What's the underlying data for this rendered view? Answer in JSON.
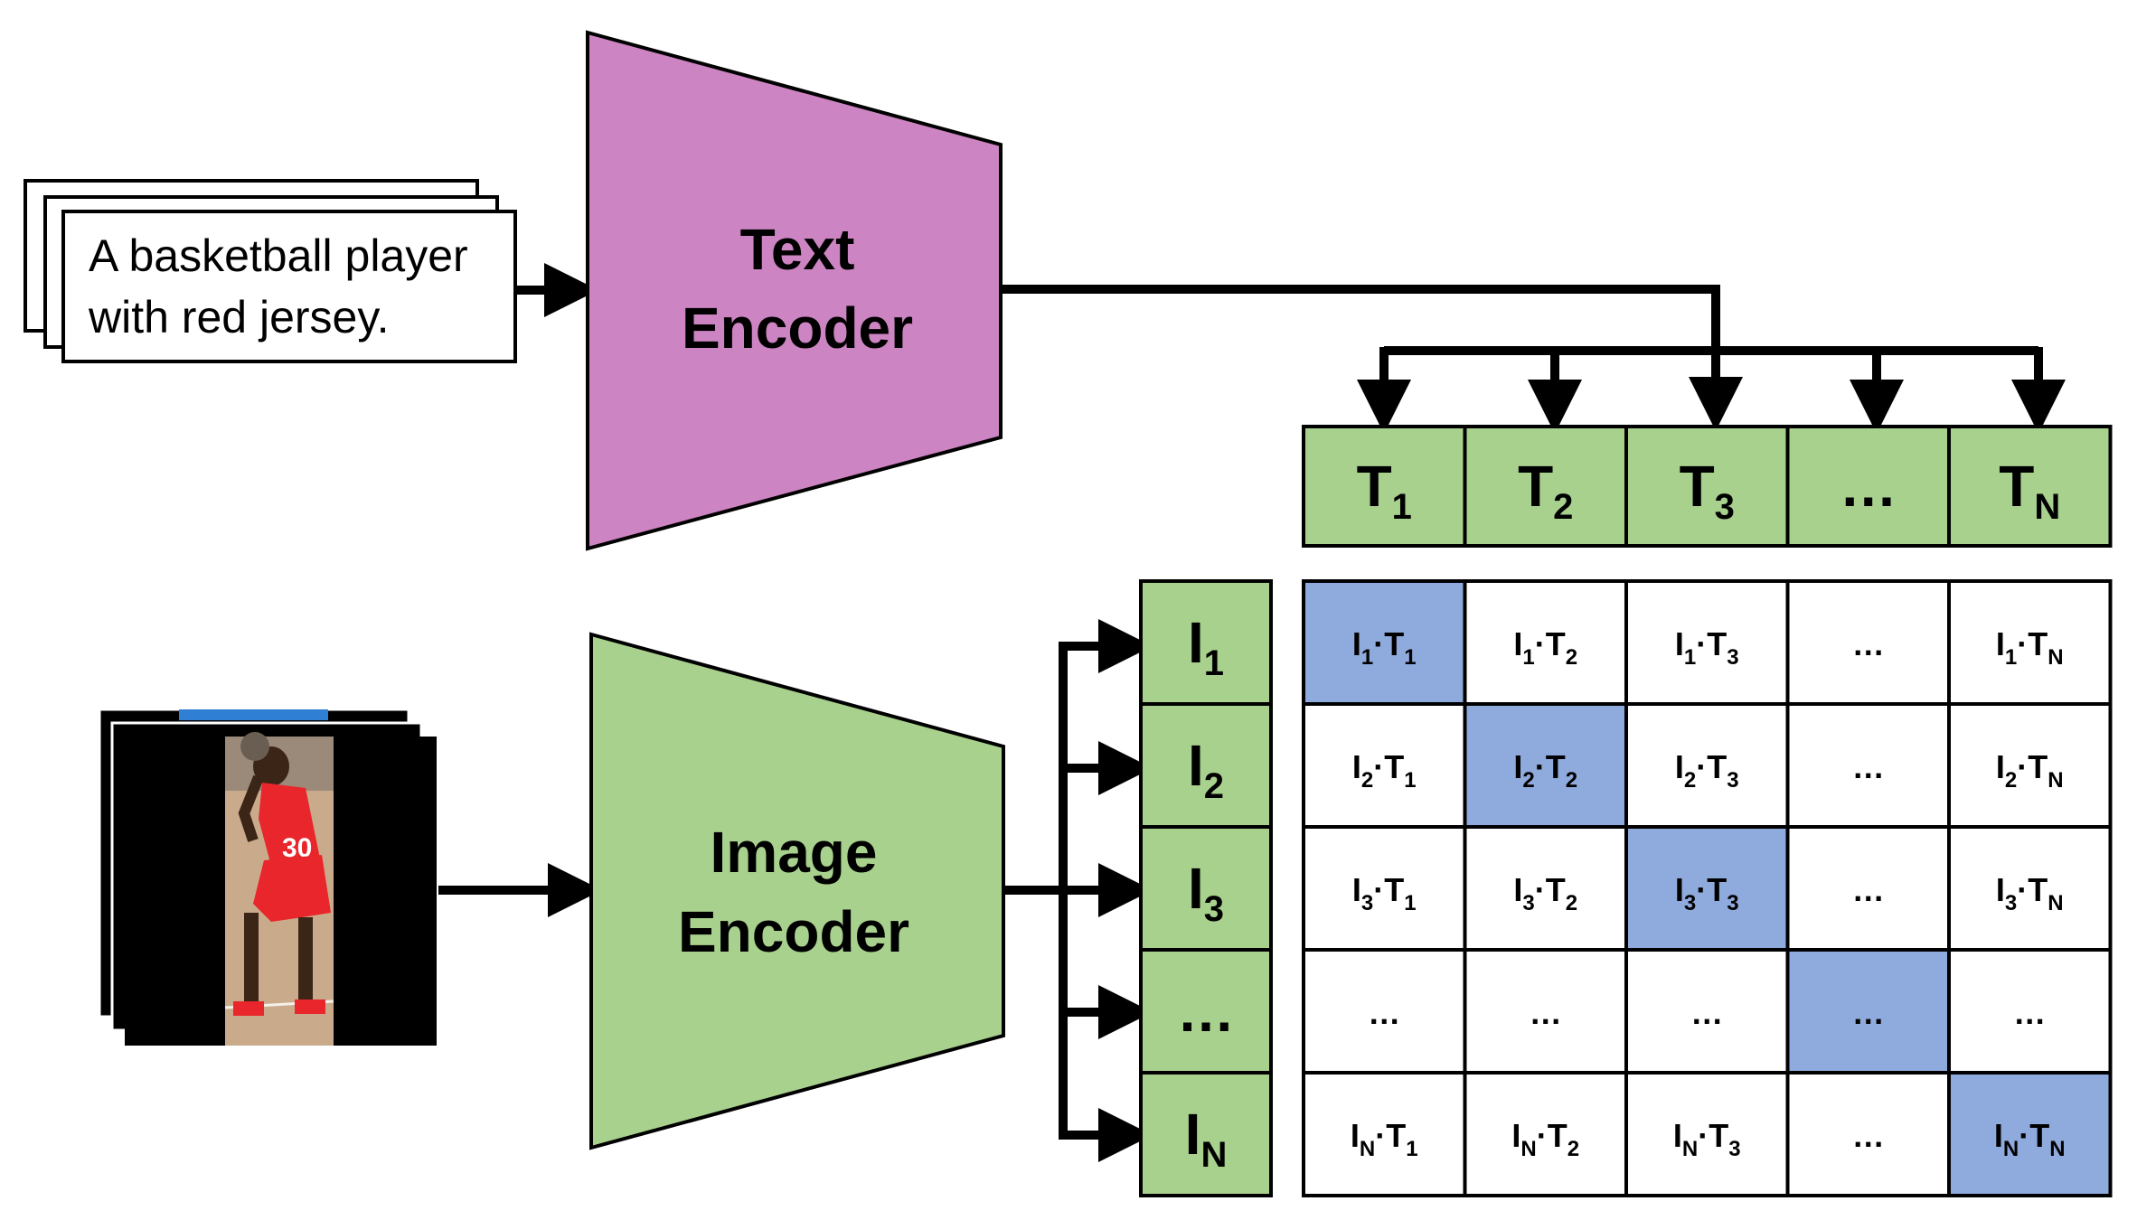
{
  "caption": {
    "line1": "A basketball player",
    "line2": "with red jersey."
  },
  "text_encoder": {
    "line1": "Text",
    "line2": "Encoder"
  },
  "image_encoder": {
    "line1": "Image",
    "line2": "Encoder"
  },
  "image_jersey_number": "30",
  "text_tokens": [
    {
      "main": "T",
      "sub": "1"
    },
    {
      "main": "T",
      "sub": "2"
    },
    {
      "main": "T",
      "sub": "3"
    },
    {
      "main": "…",
      "sub": ""
    },
    {
      "main": "T",
      "sub": "N"
    }
  ],
  "image_tokens": [
    {
      "main": "I",
      "sub": "1"
    },
    {
      "main": "I",
      "sub": "2"
    },
    {
      "main": "I",
      "sub": "3"
    },
    {
      "main": "…",
      "sub": ""
    },
    {
      "main": "I",
      "sub": "N"
    }
  ],
  "matrix": {
    "rows": [
      [
        {
          "i": "1",
          "t": "1",
          "dots": false,
          "highlight": true
        },
        {
          "i": "1",
          "t": "2",
          "dots": false,
          "highlight": false
        },
        {
          "i": "1",
          "t": "3",
          "dots": false,
          "highlight": false
        },
        {
          "dots": true,
          "highlight": false
        },
        {
          "i": "1",
          "t": "N",
          "dots": false,
          "highlight": false
        }
      ],
      [
        {
          "i": "2",
          "t": "1",
          "dots": false,
          "highlight": false
        },
        {
          "i": "2",
          "t": "2",
          "dots": false,
          "highlight": true
        },
        {
          "i": "2",
          "t": "3",
          "dots": false,
          "highlight": false
        },
        {
          "dots": true,
          "highlight": false
        },
        {
          "i": "2",
          "t": "N",
          "dots": false,
          "highlight": false
        }
      ],
      [
        {
          "i": "3",
          "t": "1",
          "dots": false,
          "highlight": false
        },
        {
          "i": "3",
          "t": "2",
          "dots": false,
          "highlight": false
        },
        {
          "i": "3",
          "t": "3",
          "dots": false,
          "highlight": true
        },
        {
          "dots": true,
          "highlight": false
        },
        {
          "i": "3",
          "t": "N",
          "dots": false,
          "highlight": false
        }
      ],
      [
        {
          "dots": true,
          "highlight": false
        },
        {
          "dots": true,
          "highlight": false
        },
        {
          "dots": true,
          "highlight": false
        },
        {
          "dots": true,
          "highlight": true
        },
        {
          "dots": true,
          "highlight": false
        }
      ],
      [
        {
          "i": "N",
          "t": "1",
          "dots": false,
          "highlight": false
        },
        {
          "i": "N",
          "t": "2",
          "dots": false,
          "highlight": false
        },
        {
          "i": "N",
          "t": "3",
          "dots": false,
          "highlight": false
        },
        {
          "dots": true,
          "highlight": false
        },
        {
          "i": "N",
          "t": "N",
          "dots": false,
          "highlight": true
        }
      ]
    ]
  },
  "colors": {
    "text_encoder_fill": "#cc84c2",
    "image_encoder_fill": "#a9d18e",
    "token_fill": "#a9d18e",
    "highlight_fill": "#8faadc",
    "stroke": "#000000",
    "jersey": "#e8262b",
    "image_background": "#000000"
  },
  "ellipsis": "…"
}
